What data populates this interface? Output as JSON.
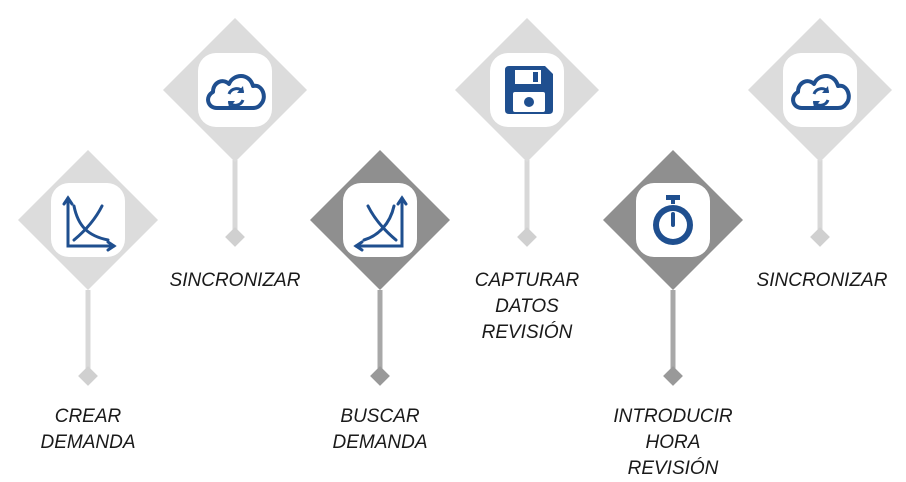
{
  "colors": {
    "light_gray": "#dcdcdc",
    "dark_gray": "#8f8f8f",
    "icon_blue": "#1f4f8f",
    "tile_white": "#ffffff"
  },
  "steps": [
    {
      "icon": "chart-curves-icon",
      "tone": "light",
      "label": [
        "CREAR",
        "DEMANDA"
      ]
    },
    {
      "icon": "cloud-sync-icon",
      "tone": "light",
      "label": [
        "SINCRONIZAR"
      ]
    },
    {
      "icon": "chart-curves-icon",
      "tone": "dark",
      "label": [
        "BUSCAR",
        "DEMANDA"
      ]
    },
    {
      "icon": "floppy-disk-icon",
      "tone": "light",
      "label": [
        "CAPTURAR",
        "DATOS",
        "REVISIÓN"
      ]
    },
    {
      "icon": "stopwatch-icon",
      "tone": "dark",
      "label": [
        "INTRODUCIR",
        "HORA",
        "REVISIÓN"
      ]
    },
    {
      "icon": "cloud-sync-icon",
      "tone": "light",
      "label": [
        "SINCRONIZAR"
      ]
    }
  ]
}
